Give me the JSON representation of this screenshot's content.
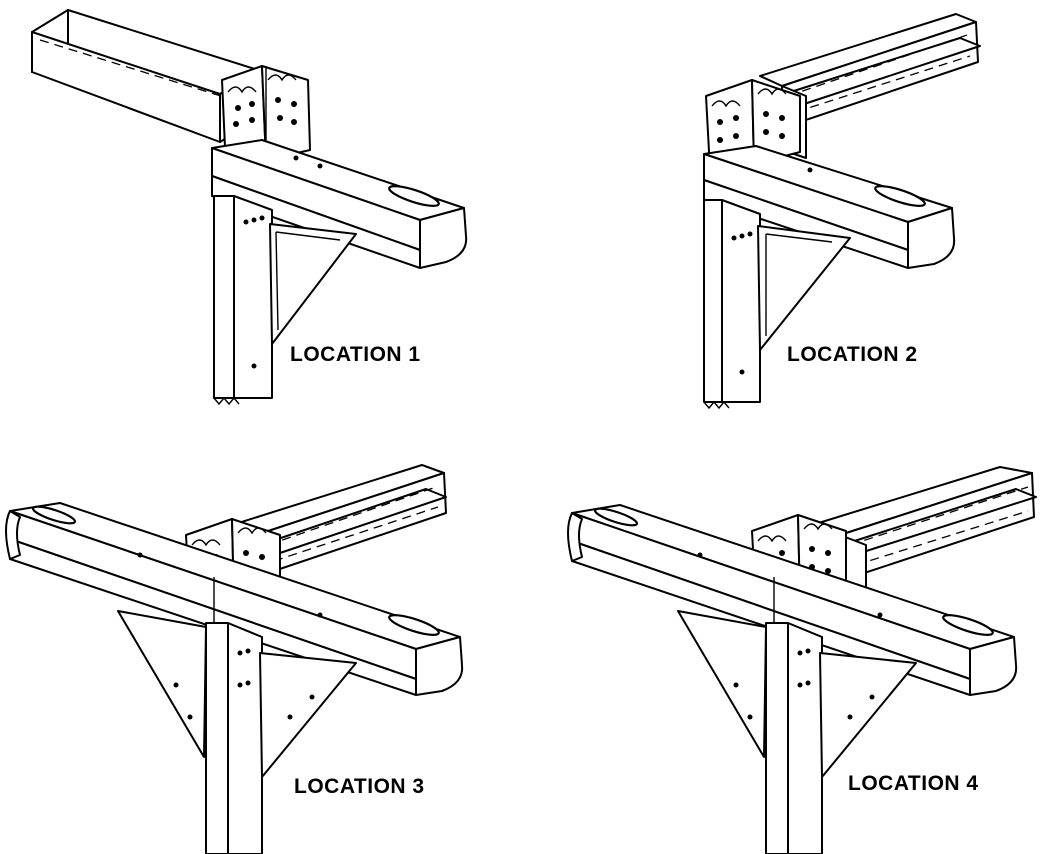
{
  "figure": {
    "locations": [
      {
        "label": "LOCATION 1"
      },
      {
        "label": "LOCATION 2"
      },
      {
        "label": "LOCATION 3"
      },
      {
        "label": "LOCATION 4"
      }
    ]
  }
}
